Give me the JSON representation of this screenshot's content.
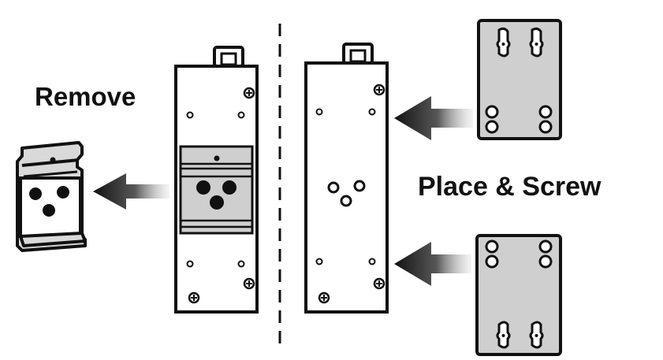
{
  "labels": {
    "remove": "Remove",
    "place_and_screw": "Place & Screw"
  },
  "colors": {
    "outline": "#111111",
    "panel_fill": "#ffffff",
    "plate_fill": "#cfcfcf",
    "bracket_fill": "#d9d9d9",
    "arrow": "#222222"
  },
  "icons": [
    "din-rail-clip",
    "wall-mount-plate",
    "device-housing",
    "arrow",
    "screw",
    "divider-line"
  ]
}
